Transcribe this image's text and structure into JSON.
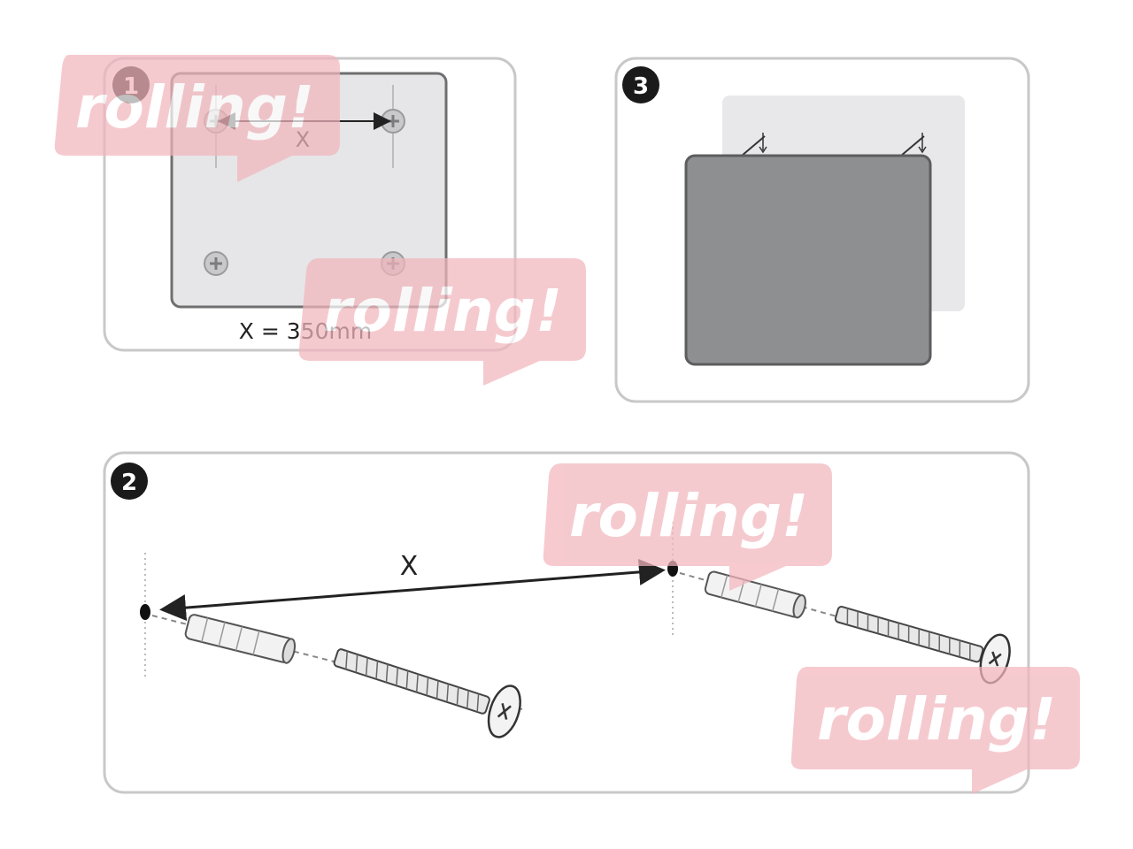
{
  "panels": {
    "step1": {
      "number": "1",
      "x_label": "X",
      "measure": "X = 350mm"
    },
    "step2": {
      "number": "2",
      "x_label": "X"
    },
    "step3": {
      "number": "3"
    }
  },
  "watermark": {
    "text": "rolling!",
    "color": "#e98c98"
  },
  "colors": {
    "frame": "#c8c8c8",
    "badge": "#1a1a1a",
    "tv": "#8e8f91",
    "plate": "#e6e6e8",
    "wm": "#f2b6bd"
  }
}
